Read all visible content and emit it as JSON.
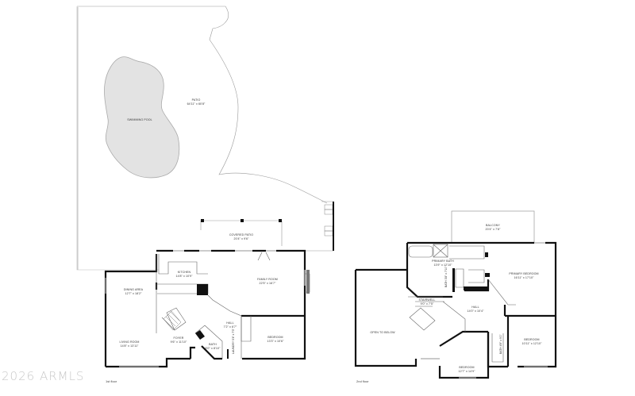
{
  "watermark": "2026 ARMLS",
  "floors": [
    {
      "name": "1st floor",
      "rooms": [
        {
          "name": "PATIO",
          "dims": "64'11\" x 60'8\""
        },
        {
          "name": "SWIMMING POOL",
          "dims": ""
        },
        {
          "name": "COVERED PATIO",
          "dims": "20'4\" x 9'6\""
        },
        {
          "name": "KITCHEN",
          "dims": "14'8\" x 10'9\""
        },
        {
          "name": "FAMILY ROOM",
          "dims": "22'5\" x 16'7\""
        },
        {
          "name": "DINING AREA",
          "dims": "12'7\" x 18'2\""
        },
        {
          "name": "LIVING ROOM",
          "dims": "14'8\" x 13'11\""
        },
        {
          "name": "FOYER",
          "dims": "9'6\" x 11'10\""
        },
        {
          "name": "HALL",
          "dims": "7'2\" x 6'7\""
        },
        {
          "name": "BATH",
          "dims": "8'0\" x 8'10\""
        },
        {
          "name": "LAUNDRY",
          "dims": "5'4\" x 7'3\""
        },
        {
          "name": "BEDROOM",
          "dims": "13'3\" x 10'6\""
        }
      ]
    },
    {
      "name": "2nd floor",
      "rooms": [
        {
          "name": "BALCONY",
          "dims": "20'4\" x 7'8\""
        },
        {
          "name": "PRIMARY BATH",
          "dims": "13'9\" x 12'10\""
        },
        {
          "name": "PRIMARY BEDROOM",
          "dims": "16'11\" x 17'10\""
        },
        {
          "name": "BATH",
          "dims": "3'8\" x 7'10\""
        },
        {
          "name": "STAIRWELL",
          "dims": "9'0\" x 7'5\""
        },
        {
          "name": "HALL",
          "dims": "14'0\" x 10'4\""
        },
        {
          "name": "OPEN TO BELOW",
          "dims": ""
        },
        {
          "name": "BEDROOM",
          "dims": "10'11\" x 12'10\""
        },
        {
          "name": "BATH",
          "dims": "4'9\" x 9'1\""
        },
        {
          "name": "BEDROOM",
          "dims": "12'7\" x 14'9\""
        }
      ]
    }
  ]
}
